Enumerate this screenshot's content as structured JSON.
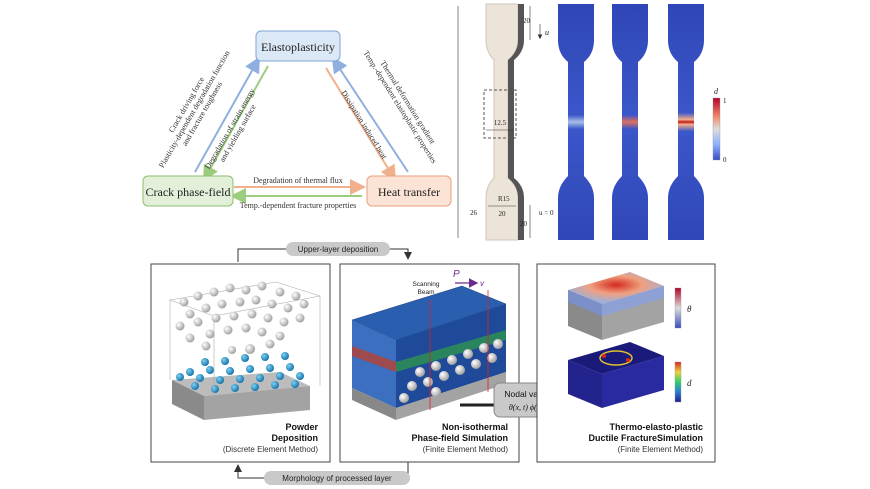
{
  "triangle": {
    "elastoplasticity": "Elastoplasticity",
    "crack_phase_field": "Crack phase-field",
    "heat_transfer": "Heat transfer",
    "left_outer_lines": [
      "Crack driving force",
      "Plasticity-dependent degradation function",
      "and fracture toughness"
    ],
    "left_inner_lines": [
      "Degradation of strain energy",
      "and yielding surface"
    ],
    "right_outer_lines": [
      "Thermal deformation gradient",
      "Temp.-dependent elastoplastic properties"
    ],
    "right_inner_lines": [
      "Dissipation induced heat"
    ],
    "bottom_top": "Degradation of thermal flux",
    "bottom_bottom": "Temp.-dependent fracture properties",
    "colors": {
      "elasto_fill": "#dbe8f6",
      "elasto_stroke": "#7fa6d4",
      "crack_fill": "#e2f0d9",
      "crack_stroke": "#8cbf6f",
      "heat_fill": "#fbe3d6",
      "heat_stroke": "#e8a27a"
    }
  },
  "specimen": {
    "dims": {
      "top_length": "20",
      "u_label": "u",
      "gauge_width": "12.5",
      "radius": "R15",
      "bottom_width": "20",
      "bottom_length": "20",
      "u_zero": "u = 0",
      "left_length": "26"
    },
    "colorbar": {
      "label": "d",
      "max": "1",
      "min": "0"
    }
  },
  "workflow": {
    "upper_arrow_label": "Upper-layer deposition",
    "lower_arrow_label": "Morphology of processed layer",
    "panel1": {
      "title_lines": [
        "Powder",
        "Deposition"
      ],
      "subtitle": "(Discrete Element Method)"
    },
    "panel2": {
      "title_lines": [
        "Non-isothermal",
        "Phase-field Simulation"
      ],
      "subtitle": "(Finite Element Method)",
      "power": "P",
      "velocity": "v",
      "beam_lines": [
        "Scanning",
        "Beam"
      ]
    },
    "nodal": {
      "title": "Nodal values",
      "values": "θ(x, t)   ϕ(x, t)"
    },
    "panel3": {
      "title_lines": [
        "Thermo-elasto-plastic",
        "Ductile FractureSimulation"
      ],
      "subtitle": "(Finite Element Method)",
      "theta_label": "θ",
      "d_label": "d"
    }
  }
}
